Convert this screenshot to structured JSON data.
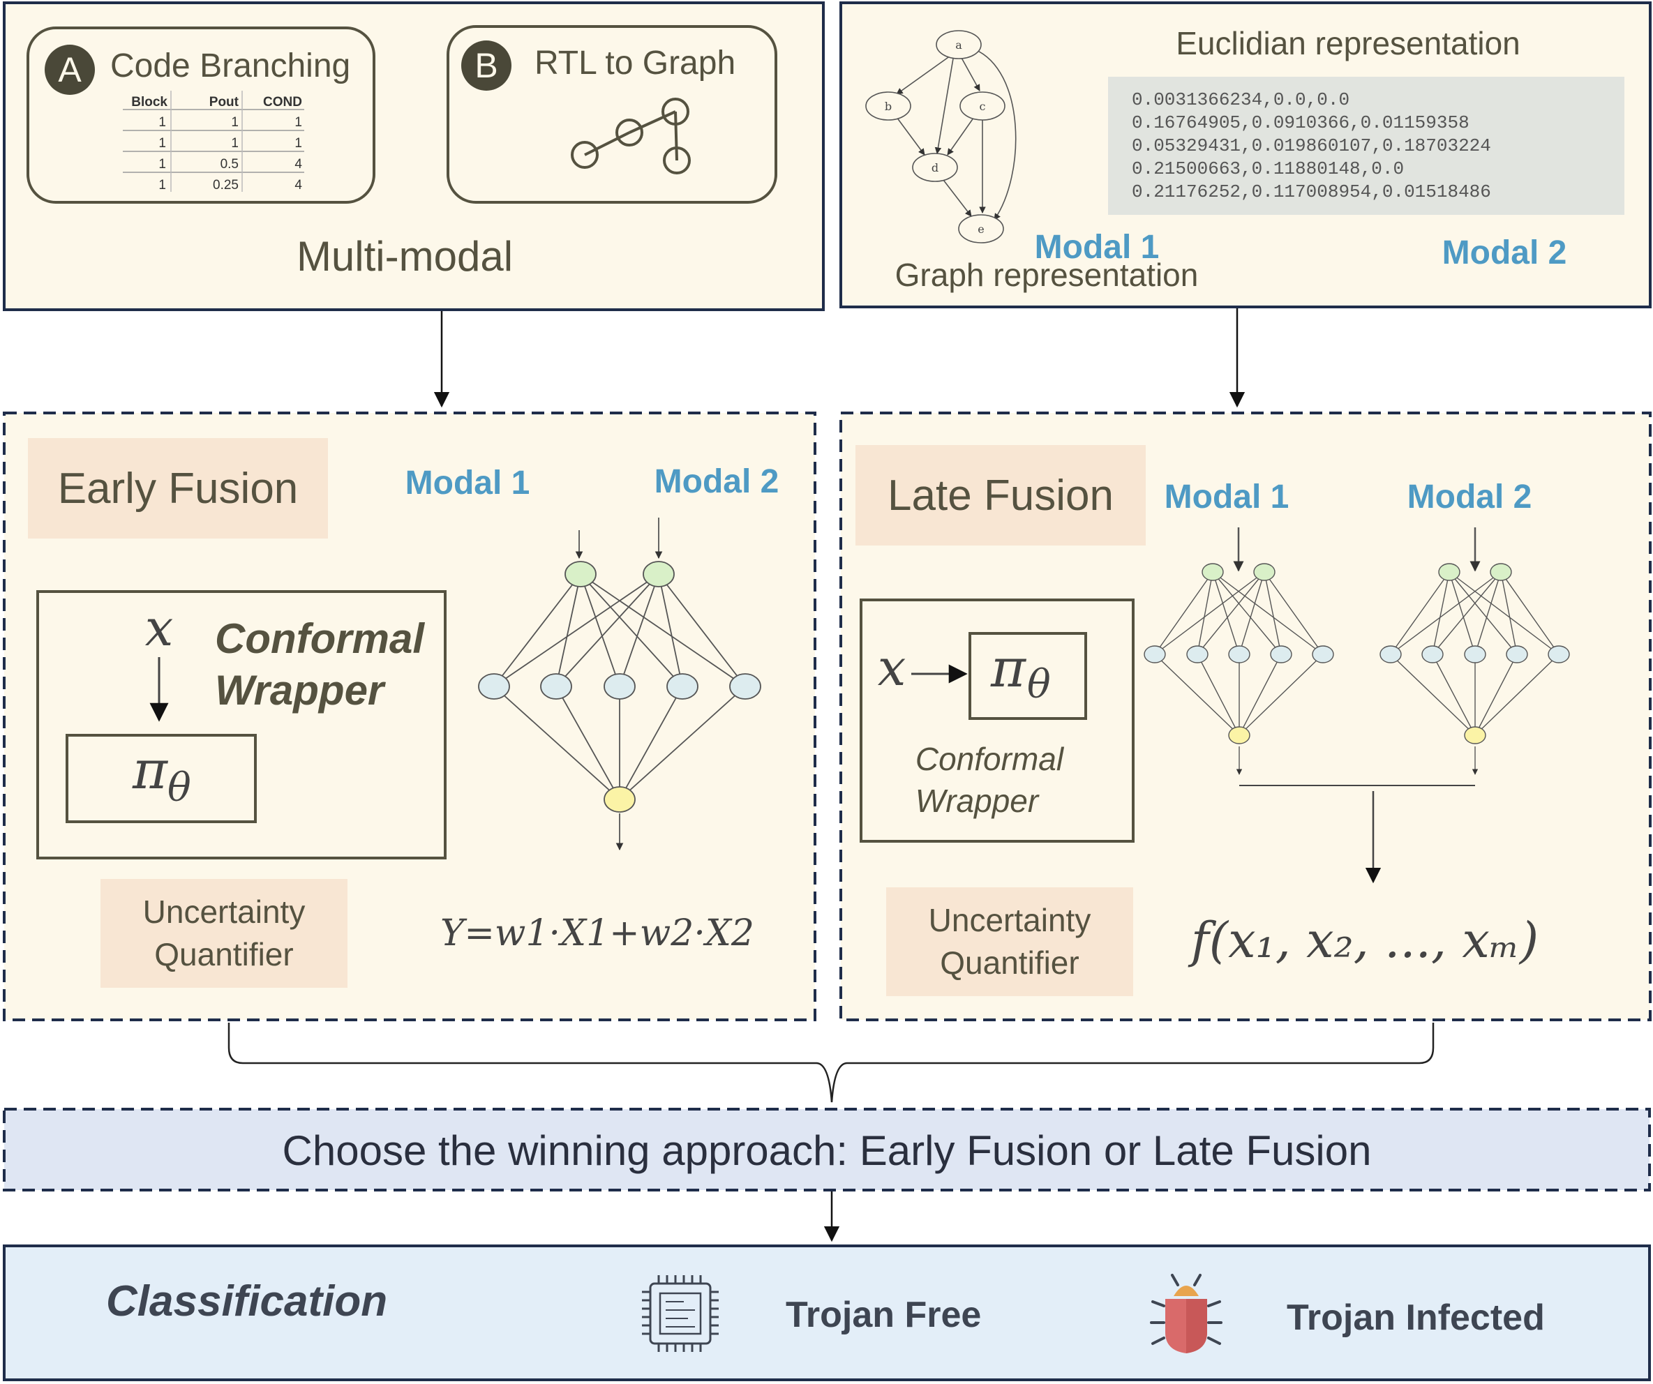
{
  "top_left": {
    "badge_a": "A",
    "code_branching_title": "Code Branching",
    "table_headers": [
      "Block",
      "Pout",
      "COND"
    ],
    "table_rows": [
      [
        "1",
        "1",
        "1"
      ],
      [
        "1",
        "1",
        "1"
      ],
      [
        "1",
        "0.5",
        "4"
      ],
      [
        "1",
        "0.25",
        "4"
      ]
    ],
    "badge_b": "B",
    "rtl_title": "RTL to Graph",
    "caption": "Multi-modal"
  },
  "top_right": {
    "graph_nodes": [
      "a",
      "b",
      "c",
      "d",
      "e"
    ],
    "euclidian_title": "Euclidian representation",
    "vectors": [
      "0.0031366234,0.0,0.0",
      "0.16764905,0.0910366,0.01159358",
      "0.05329431,0.019860107,0.18703224",
      "0.21500663,0.11880148,0.0",
      "0.21176252,0.117008954,0.01518486"
    ],
    "modal1": "Modal 1",
    "modal2": "Modal 2",
    "graph_caption": "Graph representation"
  },
  "early": {
    "title": "Early Fusion",
    "modal1": "Modal 1",
    "modal2": "Modal 2",
    "x": "x",
    "wrapper_line1": "Conformal",
    "wrapper_line2": "Wrapper",
    "pi": "π",
    "theta": "θ",
    "uq_line1": "Uncertainty",
    "uq_line2": "Quantifier",
    "formula": "Y=w1·X1+w2·X2"
  },
  "late": {
    "title": "Late Fusion",
    "modal1": "Modal 1",
    "modal2": "Modal 2",
    "x": "x",
    "pi": "π",
    "theta": "θ",
    "wrapper_line1": "Conformal",
    "wrapper_line2": "Wrapper",
    "uq_line1": "Uncertainty",
    "uq_line2": "Quantifier",
    "formula": "f(x₁, x₂, ..., xₘ)"
  },
  "choose_text": "Choose the winning approach: Early Fusion or Late Fusion",
  "classification": {
    "title": "Classification",
    "trojan_free": "Trojan Free",
    "trojan_infected": "Trojan Infected",
    "icons": [
      "chip-icon",
      "bug-icon"
    ]
  },
  "colors": {
    "panel_bg": "#fdf8ea",
    "border": "#1f2d4a",
    "label_bg": "#f8e6d3",
    "modal_blue": "#4e9ac4",
    "choose_bg": "#dfe6f3",
    "class_bg": "#e3eef8",
    "node_green": "#d9f0c8",
    "node_blue": "#ddecef",
    "node_yellow": "#fbf3a6"
  }
}
